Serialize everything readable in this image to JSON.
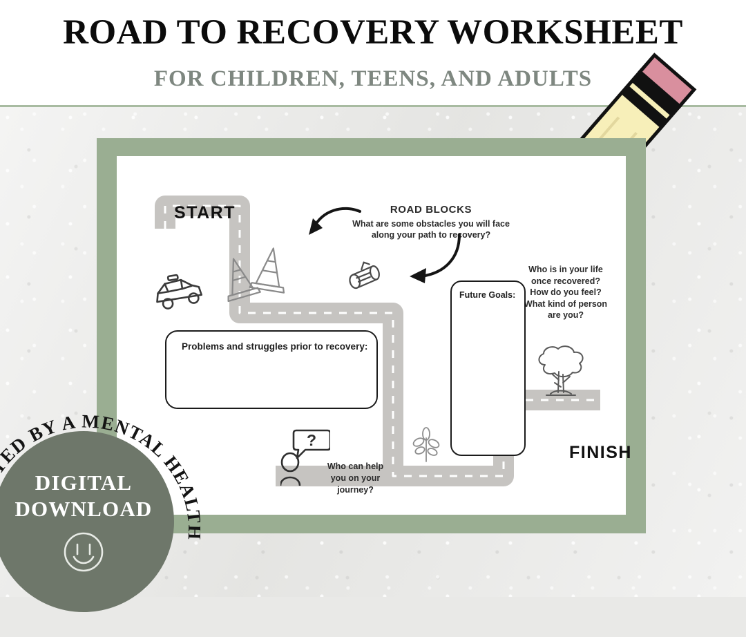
{
  "header": {
    "title": "ROAD TO RECOVERY WORKSHEET",
    "subtitle": "FOR CHILDREN, TEENS, AND ADULTS",
    "pencil_icon": "pencil-icon",
    "accent_color": "#a8bba1"
  },
  "worksheet": {
    "frame_color": "#9aae92",
    "sheet_color": "#ffffff",
    "road_color": "#c6c4c1",
    "labels": {
      "start": "START",
      "finish": "FINISH"
    },
    "road_blocks": {
      "title": "ROAD BLOCKS",
      "line1": "What are some obstacles you will face",
      "line2": "along your path to recovery?"
    },
    "problems_box": {
      "label": "Problems and struggles prior to recovery:",
      "value": ""
    },
    "goals_box": {
      "label": "Future Goals:",
      "value": ""
    },
    "future_note": {
      "line1": "Who is in your life",
      "line2": "once recovered?",
      "line3": "How do you feel?",
      "line4": "What kind of person",
      "line5": "are you?"
    },
    "helper_note": {
      "line1": "Who can help",
      "line2": "you on your",
      "line3": "journey?"
    },
    "speech_bubble_text": "?",
    "icons": {
      "car": "car-icon",
      "cones": "traffic-cone-icon",
      "log": "log-icon",
      "tree": "tree-icon",
      "sprig": "plant-sprig-icon",
      "person": "person-icon",
      "arrow_left": "curved-arrow-left-icon",
      "arrow_right": "curved-arrow-down-icon"
    }
  },
  "badge": {
    "arc_text": "CREATED BY A MENTAL HEALTH SPECIALIST",
    "line1": "DIGITAL",
    "line2": "DOWNLOAD",
    "smiley_icon": "smiley-face-icon",
    "circle_color": "#6e776a",
    "text_color": "#ffffff"
  }
}
